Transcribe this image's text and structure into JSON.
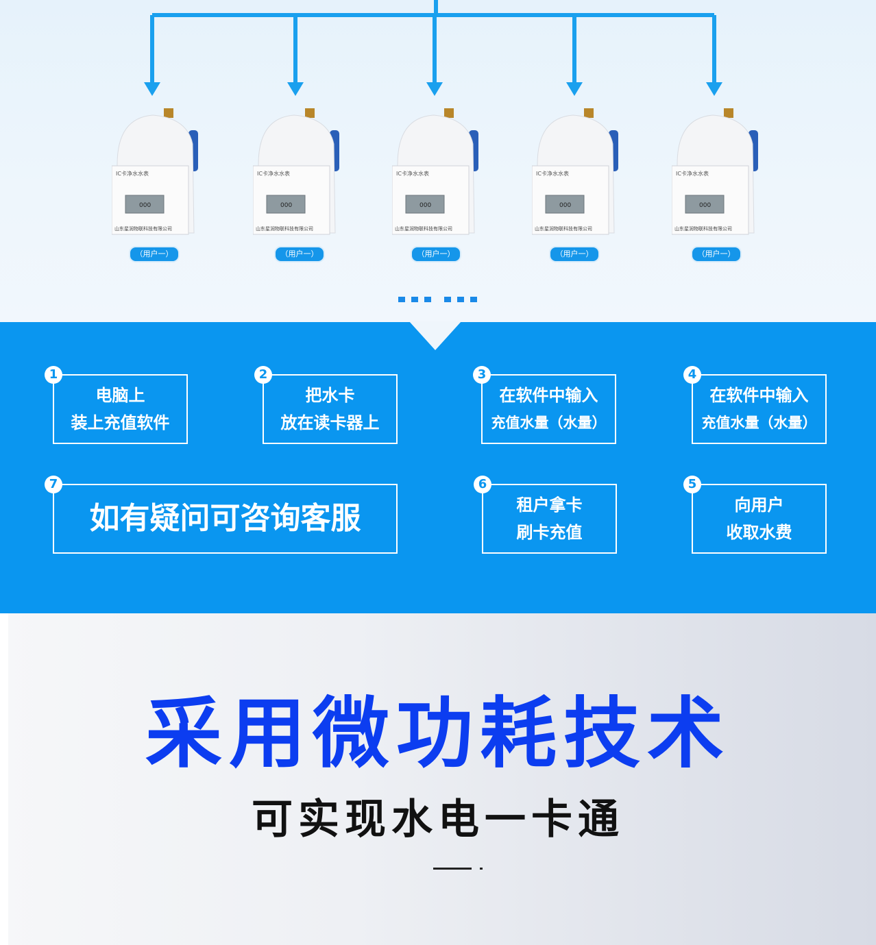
{
  "meters": [
    {
      "label": "（用户一）",
      "display": "000"
    },
    {
      "label": "（用户一）",
      "display": "000"
    },
    {
      "label": "（用户一）",
      "display": "000"
    },
    {
      "label": "（用户一）",
      "display": "000"
    },
    {
      "label": "（用户一）",
      "display": "000"
    }
  ],
  "steps": [
    {
      "num": "1",
      "line1": "电脑上",
      "line2": "装上充值软件"
    },
    {
      "num": "2",
      "line1": "把水卡",
      "line2": "放在读卡器上"
    },
    {
      "num": "3",
      "line1": "在软件中输入",
      "line2": "充值水量（水量）"
    },
    {
      "num": "4",
      "line1": "在软件中输入",
      "line2": "充值水量（水量）"
    },
    {
      "num": "5",
      "line1": "向用户",
      "line2": "收取水费"
    },
    {
      "num": "6",
      "line1": "租户拿卡",
      "line2": "刷卡充值"
    },
    {
      "num": "7",
      "line1": "如有疑问可咨询客服"
    }
  ],
  "headline": "采用微功耗技术",
  "subheadline": "可实现水电一卡通",
  "colors": {
    "primary_blue": "#0a96f0",
    "headline_blue": "#0c3df0"
  }
}
